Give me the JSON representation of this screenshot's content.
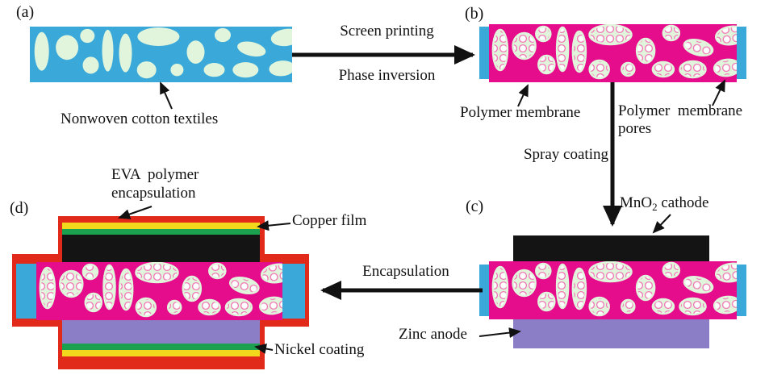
{
  "colors": {
    "cyan": "#3aa9d9",
    "pale_green": "#e1f5dc",
    "magenta": "#e50d8b",
    "pore_ring": "#f176b4",
    "red": "#e22a1b",
    "purple": "#8b7ec7",
    "yellow": "#f2d81d",
    "green": "#1aa04f",
    "layer_black": "#141414",
    "arrow": "#111111"
  },
  "panel_a": {
    "label": "(a)",
    "caption": "Nonwoven cotton textiles"
  },
  "step1": {
    "top_label": "Screen printing",
    "bottom_label": "Phase inversion"
  },
  "panel_b": {
    "label": "(b)",
    "membrane_label": "Polymer membrane",
    "pores_label_line1": "Polymer  membrane",
    "pores_label_line2": "pores"
  },
  "step2": {
    "label": "Spray coating"
  },
  "panel_c": {
    "label": "(c)",
    "cathode_prefix": "MnO",
    "cathode_sub": "2",
    "cathode_suffix": " cathode",
    "anode_label": "Zinc anode"
  },
  "step3": {
    "label": "Encapsulation"
  },
  "panel_d": {
    "label": "(d)",
    "eva_line1": "EVA  polymer",
    "eva_line2": "encapsulation",
    "copper_label": "Copper film",
    "nickel_label": "Nickel coating"
  }
}
